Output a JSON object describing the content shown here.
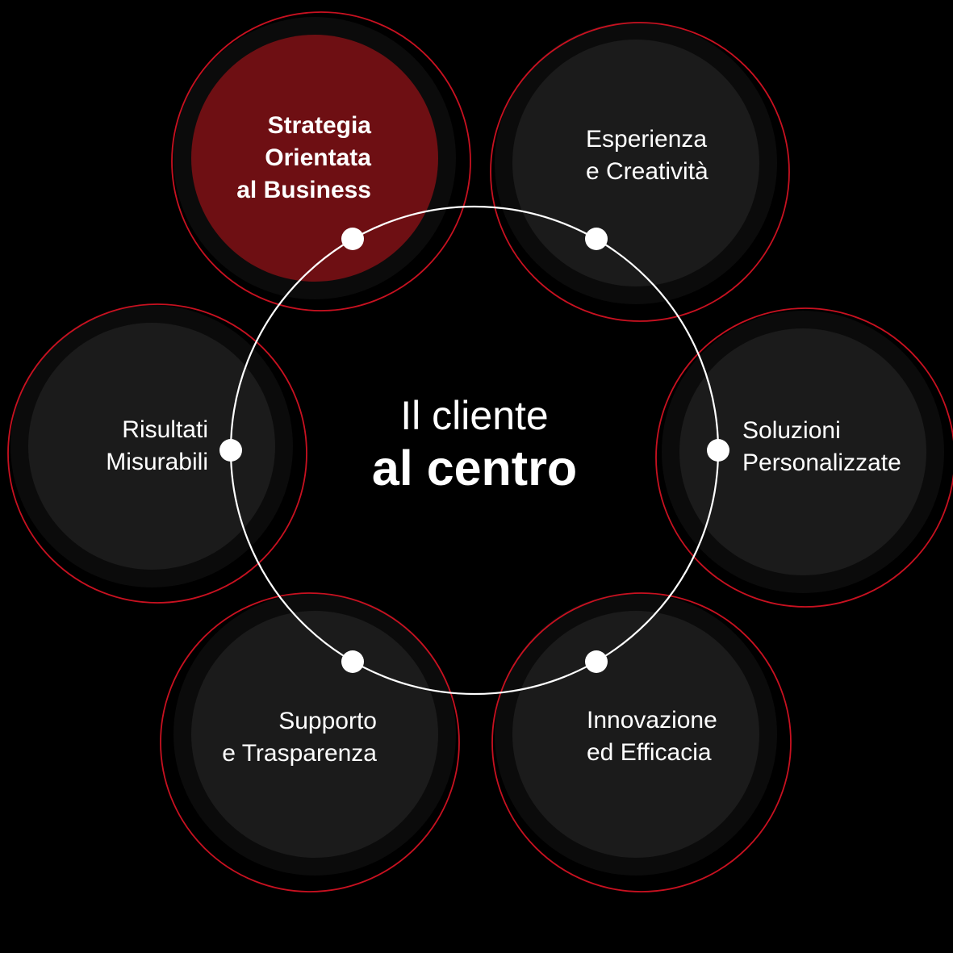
{
  "hub": {
    "line1": "Il cliente",
    "line2": "al centro"
  },
  "nodes": [
    {
      "id": "strategia",
      "lines": [
        "Strategia",
        "Orientata",
        "al Business"
      ],
      "highlighted": true
    },
    {
      "id": "esperienza",
      "lines": [
        "Esperienza",
        "e Creatività"
      ],
      "highlighted": false
    },
    {
      "id": "risultati",
      "lines": [
        "Risultati",
        "Misurabili"
      ],
      "highlighted": false
    },
    {
      "id": "soluzioni",
      "lines": [
        "Soluzioni",
        "Personalizzate"
      ],
      "highlighted": false
    },
    {
      "id": "supporto",
      "lines": [
        "Supporto",
        "e Trasparenza"
      ],
      "highlighted": false
    },
    {
      "id": "innovazione",
      "lines": [
        "Innovazione",
        "ed Efficacia"
      ],
      "highlighted": false
    }
  ],
  "colors": {
    "background": "#000000",
    "accent_red": "#c81120",
    "highlight_fill": "#6e0f13",
    "node_fill": "#1b1b1b",
    "backdrop_fill": "#0b0b0b",
    "white": "#ffffff"
  }
}
